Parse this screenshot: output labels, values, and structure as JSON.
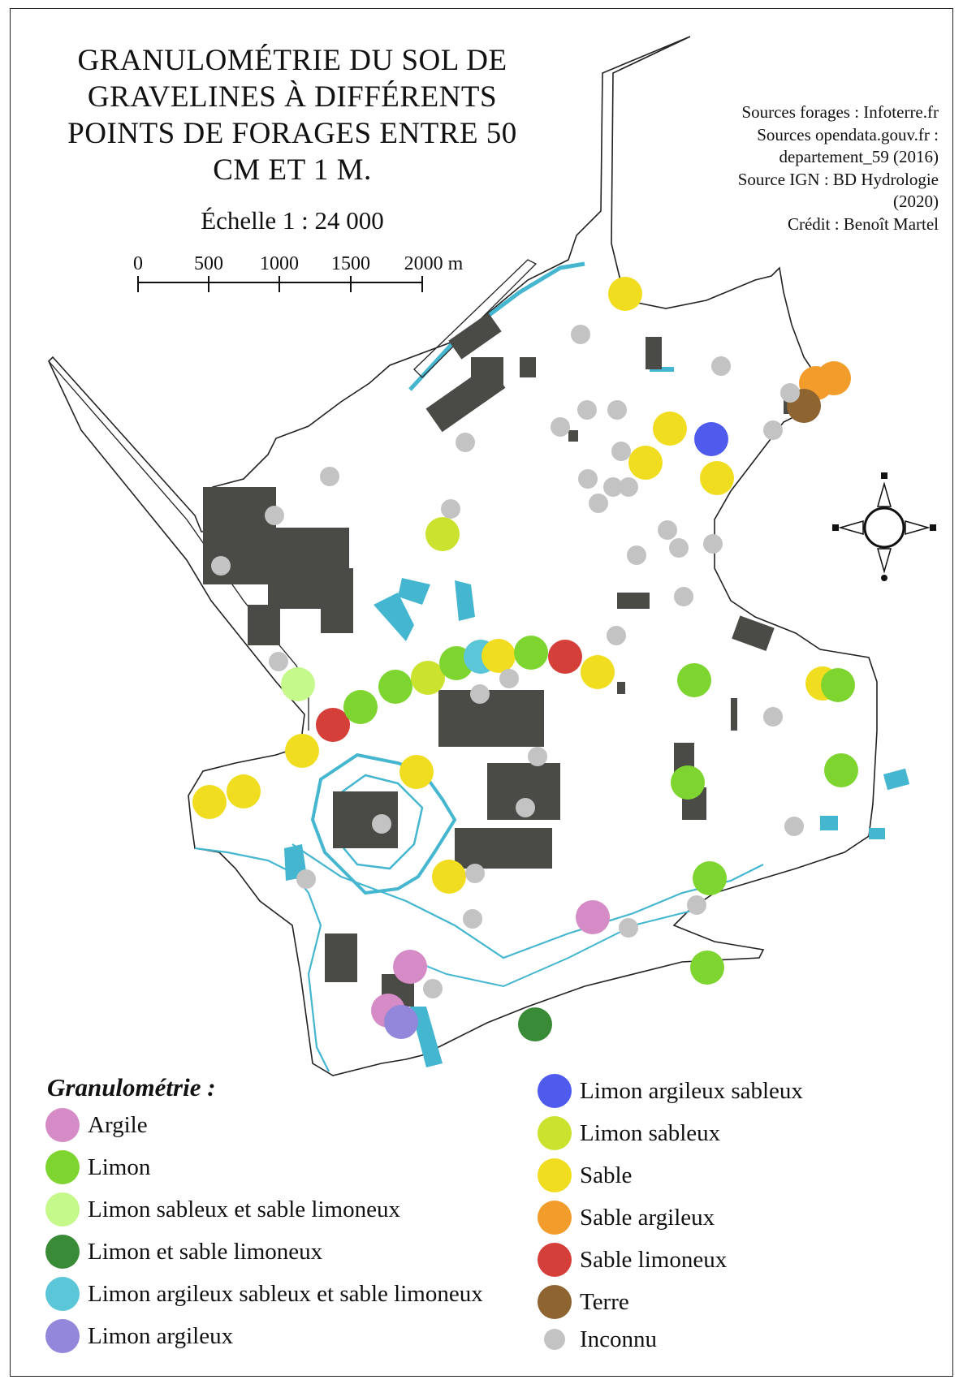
{
  "title": "GRANULOMÉTRIE DU SOL DE GRAVELINES À DIFFÉRENTS POINTS DE FORAGES ENTRE 50 CM ET 1 M.",
  "title_lines": [
    "GRANULOMÉTRIE DU SOL DE",
    "GRAVELINES À DIFFÉRENTS",
    "POINTS DE FORAGES ENTRE 50",
    "CM ET 1 M."
  ],
  "scale": {
    "label": "Échelle 1 : 24 000",
    "ticks": [
      "0",
      "500",
      "1000",
      "1500",
      "2000 m"
    ]
  },
  "sources": [
    "Sources forages : Infoterre.fr",
    "Sources opendata.gouv.fr :",
    "departement_59 (2016)",
    "Source IGN : BD Hydrologie",
    "(2020)",
    "Crédit : Benoît Martel"
  ],
  "legend": {
    "title": "Granulométrie :",
    "items": [
      {
        "label": "Argile",
        "color": "#d58cc6"
      },
      {
        "label": "Limon",
        "color": "#7fd530"
      },
      {
        "label": "Limon sableux et sable limoneux",
        "color": "#c6f98b"
      },
      {
        "label": "Limon et sable limoneux",
        "color": "#3a8b38"
      },
      {
        "label": "Limon argileux sableux et sable limoneux",
        "color": "#5bc6d7"
      },
      {
        "label": "Limon argileux",
        "color": "#9287db"
      },
      {
        "label": "Limon argileux sableux",
        "color": "#4e5bec"
      },
      {
        "label": "Limon sableux",
        "color": "#cbe22e"
      },
      {
        "label": "Sable",
        "color": "#f1dd20"
      },
      {
        "label": "Sable argileux",
        "color": "#f29c2b"
      },
      {
        "label": "Sable limoneux",
        "color": "#d43f3a"
      },
      {
        "label": "Terre",
        "color": "#8e6430"
      },
      {
        "label": "Inconnu",
        "color": "#c3c3c3"
      }
    ]
  },
  "map": {
    "north_arrow": "compass-icon",
    "boundary_color": "#222222",
    "water_color": "#45b6cf",
    "building_color": "#4a4a46"
  }
}
